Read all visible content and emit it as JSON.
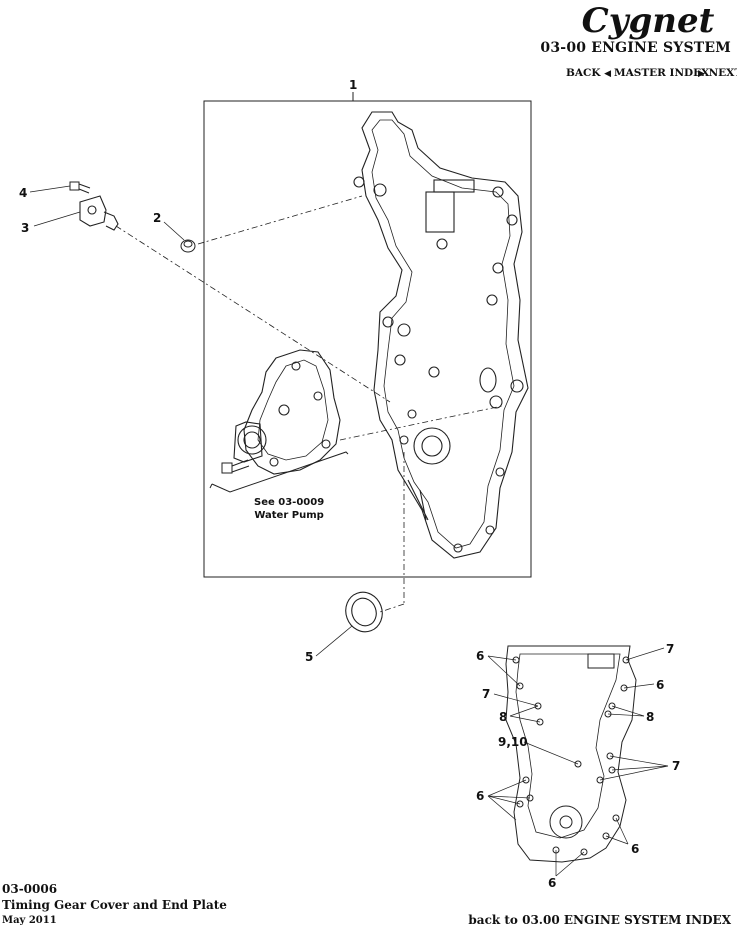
{
  "header": {
    "brand": "Cygnet",
    "section_title": "03-00 ENGINE SYSTEM",
    "nav_back": "BACK",
    "nav_master_index": "MASTER INDEX",
    "nav_next": "NEXT"
  },
  "exploded_view": {
    "callouts": [
      "1",
      "2",
      "3",
      "4",
      "5"
    ],
    "note_line1": "See 03-0009",
    "note_line2": "Water Pump"
  },
  "gasket_view": {
    "callouts": [
      "6",
      "7",
      "6",
      "7",
      "8",
      "8",
      "9,10",
      "7",
      "6",
      "6",
      "6"
    ]
  },
  "footer": {
    "doc_number": "03-0006",
    "doc_title": "Timing Gear Cover and End Plate",
    "date": "May 2011",
    "back_index_link": "back to 03.00 ENGINE SYSTEM INDEX"
  }
}
